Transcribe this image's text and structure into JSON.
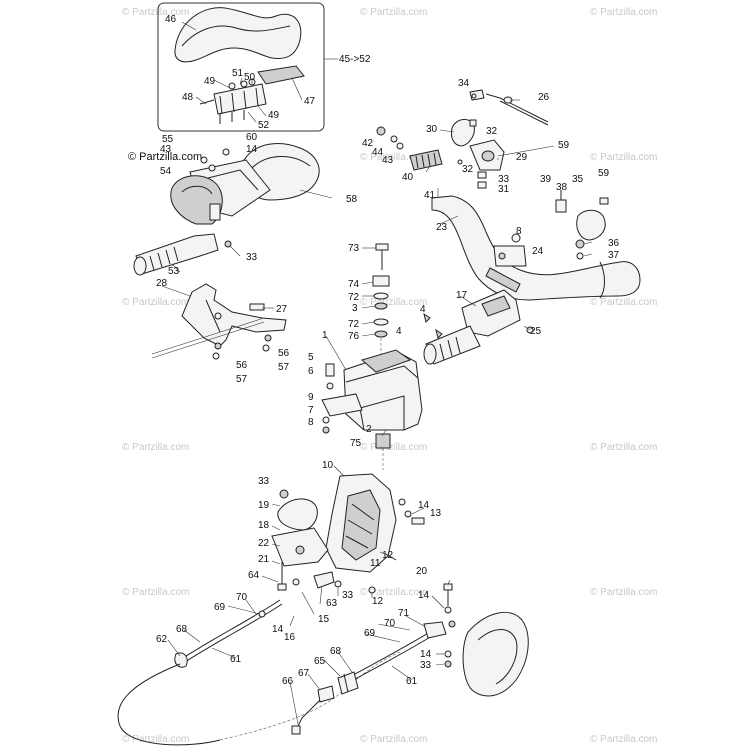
{
  "watermark": {
    "text": "© Partzilla.com"
  },
  "inset": {
    "range_label": "45->52"
  },
  "labels": {
    "l46": "46",
    "l51": "51",
    "l50": "50",
    "l49a": "49",
    "l48": "48",
    "l47": "47",
    "l49b": "49",
    "l52": "52",
    "l45_52": "45->52",
    "l34": "34",
    "l26": "26",
    "l30": "30",
    "l32a": "32",
    "l42": "42",
    "l44": "44",
    "l43a": "43",
    "l59a": "59",
    "l29": "29",
    "l40": "40",
    "l32b": "32",
    "l33a": "33",
    "l31": "31",
    "l39": "39",
    "l38": "38",
    "l35": "35",
    "l59b": "59",
    "l41": "41",
    "l23": "23",
    "l8a": "8",
    "l24": "24",
    "l36": "36",
    "l37": "37",
    "l55": "55",
    "l60": "60",
    "l43b": "43",
    "l14a": "14",
    "l54": "54",
    "l58": "58",
    "l33b": "33",
    "l53": "53",
    "l28": "28",
    "l27": "27",
    "l56a": "56",
    "l56b": "56",
    "l57a": "57",
    "l57b": "57",
    "l73": "73",
    "l74": "74",
    "l72a": "72",
    "l3": "3",
    "l72b": "72",
    "l76": "76",
    "l17": "17",
    "l4": "4",
    "l25": "25",
    "l1": "1",
    "l5": "5",
    "l6": "6",
    "l9": "9",
    "l7": "7",
    "l8b": "8",
    "l2": "2",
    "l75": "75",
    "l10": "10",
    "l33c": "33",
    "l19": "19",
    "l18": "18",
    "l22": "22",
    "l21": "21",
    "l64": "64",
    "l14b": "14",
    "l13": "13",
    "l12": "12",
    "l11": "11",
    "l63": "63",
    "l33d": "33",
    "l12b": "12",
    "l70a": "70",
    "l69a": "69",
    "l14c": "14",
    "l16": "16",
    "l15": "15",
    "l20": "20",
    "l14d": "14",
    "l71": "71",
    "l70b": "70",
    "l69b": "69",
    "l62": "62",
    "l68a": "68",
    "l61a": "61",
    "l65": "65",
    "l68b": "68",
    "l67": "67",
    "l66": "66",
    "l61b": "61",
    "l14e": "14",
    "l33e": "33"
  }
}
